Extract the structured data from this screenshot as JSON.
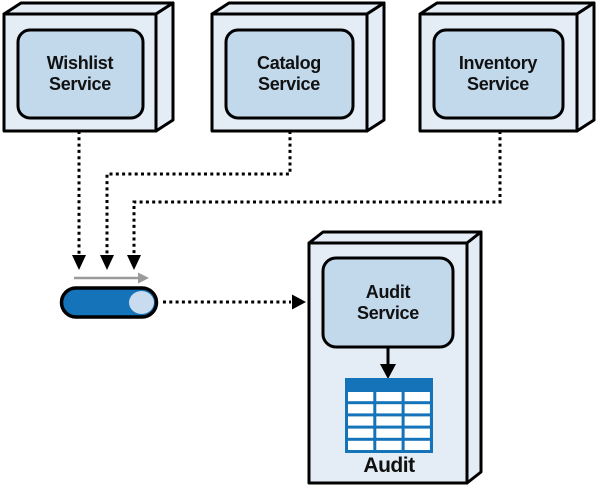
{
  "diagram": {
    "nodes": [
      {
        "id": "wishlist-service",
        "label": "Wishlist Service",
        "type": "service-box"
      },
      {
        "id": "catalog-service",
        "label": "Catalog Service",
        "type": "service-box"
      },
      {
        "id": "inventory-service",
        "label": "Inventory Service",
        "type": "service-box"
      },
      {
        "id": "audit-service",
        "label": "Audit Service",
        "type": "service-box"
      },
      {
        "id": "message-queue",
        "label": "",
        "type": "queue-cylinder"
      },
      {
        "id": "audit-table",
        "label": "Audit",
        "type": "data-table"
      }
    ],
    "edges": [
      {
        "from": "wishlist-service",
        "to": "message-queue",
        "style": "dotted"
      },
      {
        "from": "catalog-service",
        "to": "message-queue",
        "style": "dotted"
      },
      {
        "from": "inventory-service",
        "to": "message-queue",
        "style": "dotted"
      },
      {
        "from": "message-queue",
        "to": "audit-service",
        "style": "dotted"
      },
      {
        "from": "audit-service",
        "to": "audit-table",
        "style": "solid"
      }
    ],
    "colors": {
      "accent_blue": "#1573B9",
      "box_face": "#E4EDF6",
      "inner_fill": "#C2D8EB",
      "cylinder_cap": "#C9DCEF",
      "gray_arrow": "#9B9B9B",
      "outline": "#000000"
    }
  }
}
